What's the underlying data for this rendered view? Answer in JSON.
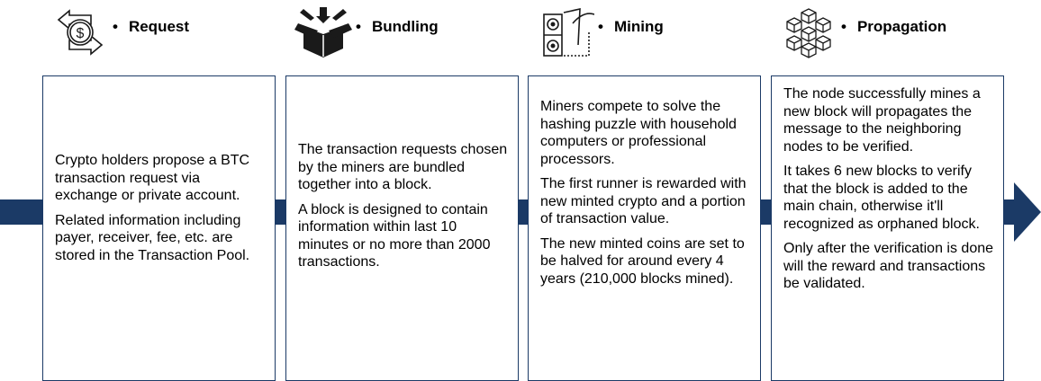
{
  "stages": [
    {
      "title": "Request",
      "icon": "bitcoin-exchange-icon",
      "paragraphs": [
        "Crypto holders propose a BTC transaction request via exchange or private account.",
        "Related information including payer, receiver, fee, etc. are stored in the Transaction Pool."
      ]
    },
    {
      "title": "Bundling",
      "icon": "box-bundling-icon",
      "paragraphs": [
        "The transaction requests chosen by the miners are bundled together into a block.",
        "A block is designed to contain information within last 10 minutes or no more than 2000 transactions."
      ]
    },
    {
      "title": "Mining",
      "icon": "mining-rig-icon",
      "paragraphs": [
        "Miners compete to solve the hashing puzzle with household computers or professional processors.",
        "The first runner is rewarded with new minted crypto and a portion of transaction value.",
        "The new minted coins are set to be halved for around every 4 years (210,000 blocks mined)."
      ]
    },
    {
      "title": "Propagation",
      "icon": "cube-network-icon",
      "paragraphs": [
        "The node successfully mines a new block will propagates the message to the neighboring nodes to be verified.",
        "It takes 6 new blocks to verify that the block is added to the main chain, otherwise it'll recognized as orphaned block.",
        "Only after the verification is done will the reward and transactions be validated."
      ]
    }
  ],
  "bullet": "•",
  "colors": {
    "accent": "#1b3a66",
    "icon": "#1a1a1a"
  }
}
